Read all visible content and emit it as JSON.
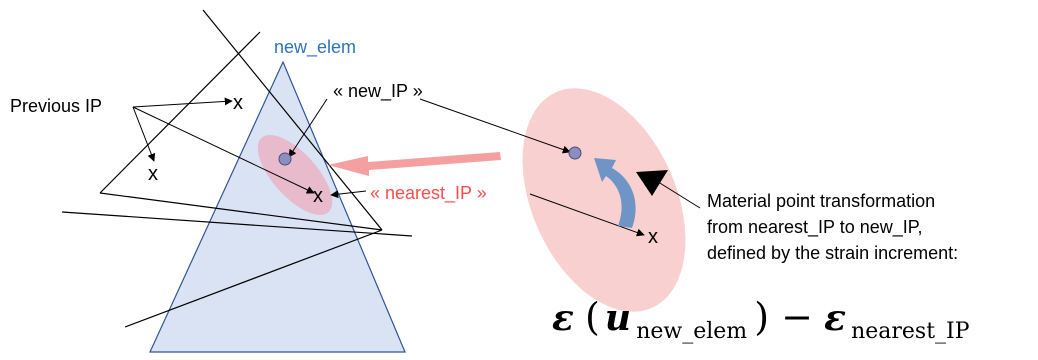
{
  "labels": {
    "new_elem": "new_elem",
    "previous_ip": "Previous IP",
    "new_ip": "« new_IP »",
    "nearest_ip": "« nearest_IP »",
    "x_mark": "x",
    "transformation_line1": "Material point transformation",
    "transformation_line2": "from nearest_IP to new_IP,",
    "transformation_line3": "defined by the strain increment:"
  },
  "formula": {
    "eps": "ε",
    "open_paren": "(",
    "u": "u",
    "u_subscript": "new_elem",
    "close_minus": ") −",
    "eps2": "ε",
    "eps_subscript": "nearest_IP"
  },
  "colors": {
    "triangle_fill": "#dae3f3",
    "triangle_stroke": "#2f5597",
    "new_elem_text": "#2e75b6",
    "nearest_text": "#ff4b4b",
    "pink_ellipse": "#f8c8c8",
    "pink_arrow": "#f4a0a0",
    "blue_arrow": "#6f95c7",
    "dot_fill": "#8a8fbf",
    "dot_stroke": "#4a4f7f",
    "line": "#000000"
  }
}
